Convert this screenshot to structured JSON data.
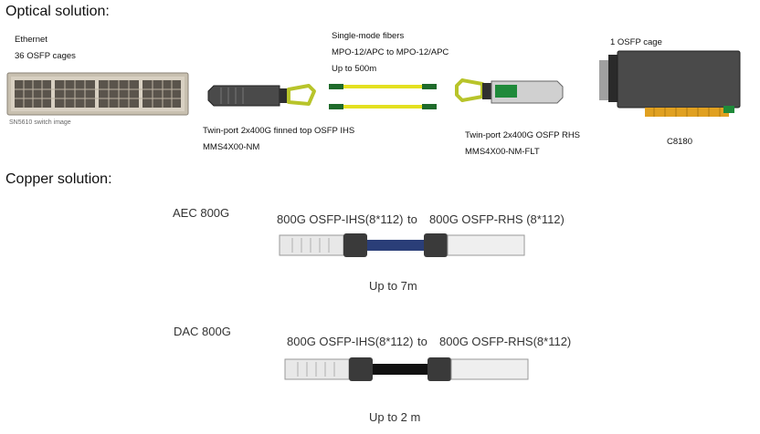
{
  "optical": {
    "heading": "Optical solution:",
    "switch": {
      "line1": "Ethernet",
      "line2": "36 OSFP cages",
      "caption": "SN5610 switch image"
    },
    "fibers": {
      "line1": "Single-mode fibers",
      "line2": "MPO-12/APC to MPO-12/APC",
      "line3": "Up to 500m"
    },
    "transceiver_left": {
      "line1": "Twin-port 2x400G finned top OSFP IHS",
      "line2": "MMS4X00-NM"
    },
    "transceiver_right": {
      "line1": "Twin-port 2x400G OSFP RHS",
      "line2": "MMS4X00-NM-FLT"
    },
    "card": {
      "line1": "1 OSFP cage",
      "caption": "C8180"
    }
  },
  "copper": {
    "heading": "Copper solution:",
    "aec": {
      "label": "AEC 800G",
      "end_a": "800G OSFP-IHS(8*112)",
      "connector": "to",
      "end_b": "800G OSFP-RHS (8*112)",
      "reach": "Up to 7m",
      "cable_color": "#2a3e78"
    },
    "dac": {
      "label": "DAC 800G",
      "end_a": "800G OSFP-IHS(8*112)",
      "connector": "to",
      "end_b": "800G OSFP-RHS(8*112)",
      "reach": "Up to 2 m",
      "cable_color": "#111111"
    }
  }
}
